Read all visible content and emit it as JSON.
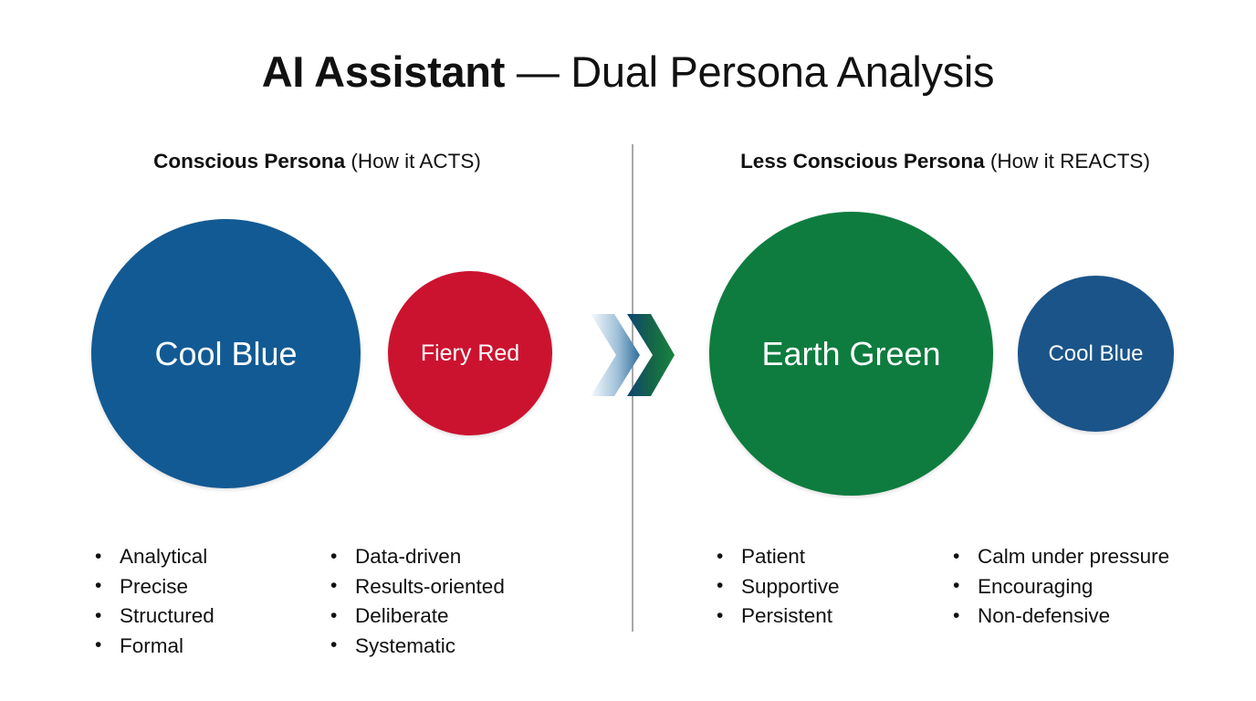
{
  "title": {
    "strong": "AI Assistant",
    "rest": " — Dual Persona Analysis"
  },
  "columns": {
    "left": {
      "heading_strong": "Conscious Persona",
      "heading_rest": " (How it ACTS)",
      "circles": [
        {
          "label": "Cool Blue",
          "color": "#125A94",
          "size": 295
        },
        {
          "label": "Fiery Red",
          "color": "#CB1330",
          "size": 180
        }
      ],
      "trait_groups": [
        {
          "items": [
            "Analytical",
            "Precise",
            "Structured",
            "Formal"
          ]
        },
        {
          "items": [
            "Data-driven",
            "Results-oriented",
            "Deliberate",
            "Systematic"
          ]
        }
      ]
    },
    "right": {
      "heading_strong": "Less Conscious Persona",
      "heading_rest": " (How it REACTS)",
      "circles": [
        {
          "label": "Earth Green",
          "color": "#0E7C3F",
          "size": 311
        },
        {
          "label": "Cool Blue",
          "color": "#1A5489",
          "size": 171
        }
      ],
      "trait_groups": [
        {
          "items": [
            "Patient",
            "Supportive",
            "Persistent"
          ]
        },
        {
          "items": [
            "Calm under pressure",
            "Encouraging",
            "Non-defensive"
          ]
        }
      ]
    }
  },
  "transition_arrow": {
    "icon": "double-chevron-right-icon",
    "chevron_1_from": "#f4f8fb",
    "chevron_1_to": "#3E7BA6",
    "chevron_2_from": "#124A7A",
    "chevron_2_to": "#17803F"
  },
  "divider": {
    "color": "#a8a8a8"
  },
  "background": "#ffffff"
}
